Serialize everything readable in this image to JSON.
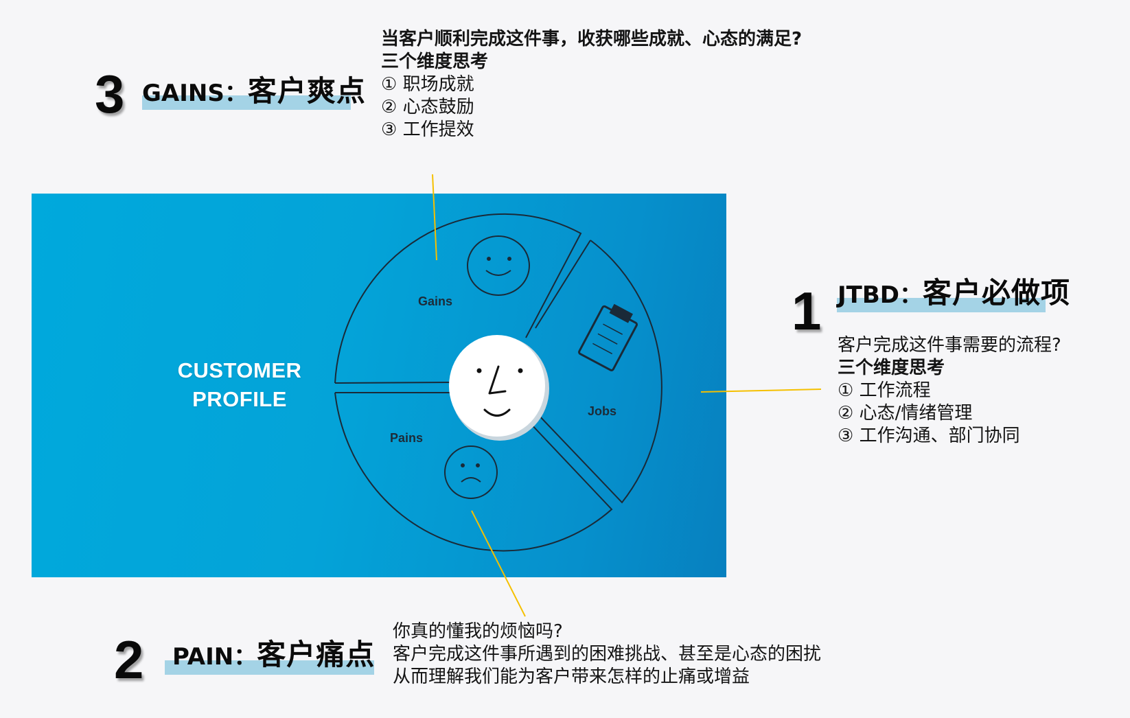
{
  "colors": {
    "background": "#f6f6f8",
    "panel_blue_start": "#00a9dc",
    "panel_blue_end": "#0780bf",
    "highlight_bar": "#a4d3e6",
    "connector_yellow": "#f5c000",
    "diagram_line": "#1a2a38"
  },
  "gains": {
    "number": "3",
    "title_latin": "GAINS：",
    "title_cjk": "客户爽点",
    "question": "当客户顺利完成这件事，收获哪些成就、心态的满足?",
    "dimension_heading": "三个维度思考",
    "items": [
      "① 职场成就",
      "② 心态鼓励",
      "③ 工作提效"
    ]
  },
  "jtbd": {
    "number": "1",
    "title_latin": "JTBD：",
    "title_cjk": "客户必做项",
    "question": "客户完成这件事需要的流程?",
    "dimension_heading": "三个维度思考",
    "items": [
      "① 工作流程",
      "② 心态/情绪管理",
      "③ 工作沟通、部门协同"
    ]
  },
  "pain": {
    "number": "2",
    "title_latin": "PAIN：",
    "title_cjk": "客户痛点",
    "lines": [
      "你真的懂我的烦恼吗?",
      "客户完成这件事所遇到的困难挑战、甚至是心态的困扰",
      "从而理解我们能为客户带来怎样的止痛或增益"
    ]
  },
  "panel": {
    "title_line1": "CUSTOMER",
    "title_line2": "PROFILE",
    "segments": {
      "gains": "Gains",
      "jobs": "Jobs",
      "pains": "Pains"
    },
    "icons": {
      "gains": "happy-face-icon",
      "jobs": "clipboard-icon",
      "pains": "sad-face-icon",
      "center": "customer-face-icon"
    }
  }
}
